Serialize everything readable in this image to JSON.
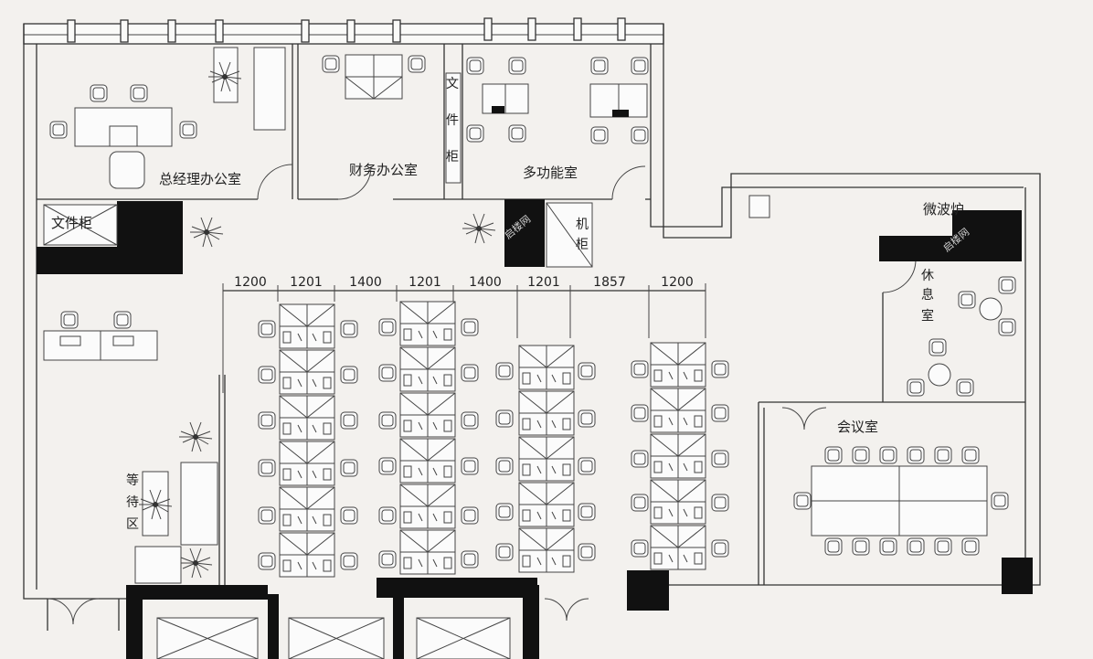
{
  "rooms": {
    "gm_office": "总经理办公室",
    "finance_office": "财务办公室",
    "multi_function": "多功能室",
    "file_cabinet_left": "文件柜",
    "file_cabinet_mid": [
      "文",
      "件",
      "柜"
    ],
    "server_cabinet": [
      "机",
      "柜"
    ],
    "lounge": [
      "休",
      "息",
      "室"
    ],
    "microwave": "微波炉",
    "meeting_room": "会议室",
    "waiting_area": [
      "等",
      "待",
      "区"
    ]
  },
  "dimensions": [
    "1200",
    "1201",
    "1400",
    "1201",
    "1400",
    "1201",
    "1857",
    "1200"
  ],
  "watermarks": [
    "启楼网",
    "启楼网"
  ]
}
